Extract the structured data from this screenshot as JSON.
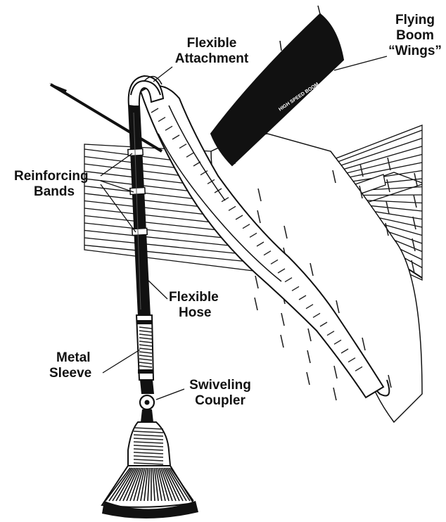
{
  "labels": {
    "flexible_attachment": {
      "line1": "Flexible",
      "line2": "Attachment"
    },
    "flying_boom_wings": {
      "line1": "Flying",
      "line2": "Boom",
      "line3": "“Wings”"
    },
    "reinforcing_bands": {
      "line1": "Reinforcing",
      "line2": "Bands"
    },
    "flexible_hose": {
      "line1": "Flexible",
      "line2": "Hose"
    },
    "metal_sleeve": {
      "line1": "Metal",
      "line2": "Sleeve"
    },
    "swiveling_coupler": {
      "line1": "Swiveling",
      "line2": "Coupler"
    }
  },
  "wing_text": "HIGH SPEED BOOM",
  "colors": {
    "ink": "#111111",
    "paper": "#ffffff",
    "hatch": "#333333"
  }
}
